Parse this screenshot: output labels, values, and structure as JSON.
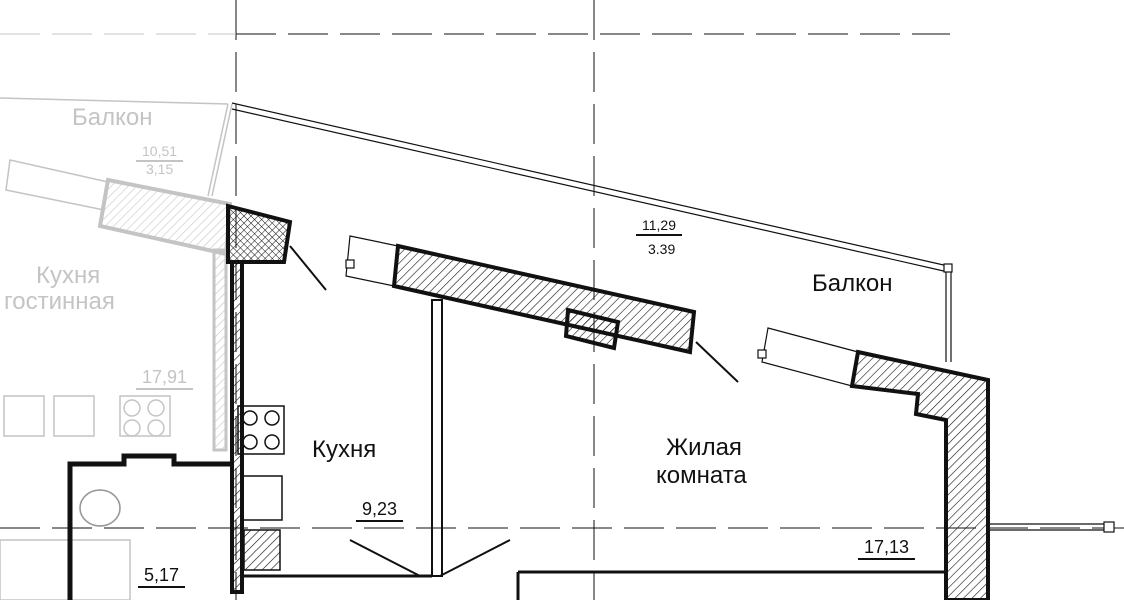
{
  "plan": {
    "neighbor": {
      "balcony_label": "Балкон",
      "balcony_area": "10,51",
      "balcony_reduced_area": "3,15",
      "kitchen_living_label_line1": "Кухня",
      "kitchen_living_label_line2": "гостинная",
      "kitchen_living_area": "17,91"
    },
    "unit": {
      "kitchen_label": "Кухня",
      "kitchen_area": "9,23",
      "bathroom_area": "5,17",
      "balcony_area": "11,29",
      "balcony_reduced_area": "3.39",
      "balcony_label": "Балкон",
      "living_room_label_line1": "Жилая",
      "living_room_label_line2": "комната",
      "living_room_area": "17,13"
    }
  },
  "colors": {
    "wall": "#111111",
    "neighbor": "#c4c4c4"
  }
}
